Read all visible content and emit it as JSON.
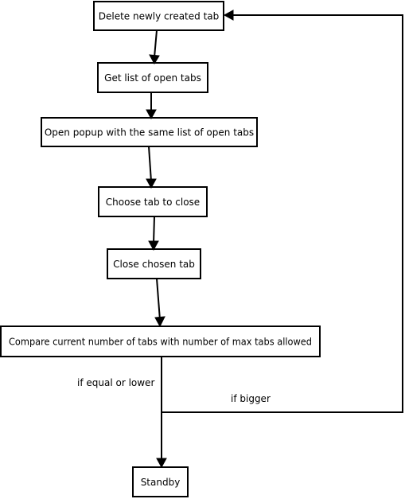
{
  "nodes": {
    "delete_tab": "Delete newly created tab",
    "get_list": "Get list of open tabs",
    "open_popup": "Open popup with the same list of open tabs",
    "choose_tab": "Choose tab to close",
    "close_tab": "Close chosen tab",
    "compare": "Compare current number of tabs with number of max tabs allowed",
    "standby": "Standby"
  },
  "edge_labels": {
    "equal_or_lower": "if equal or lower",
    "bigger": "if bigger"
  }
}
